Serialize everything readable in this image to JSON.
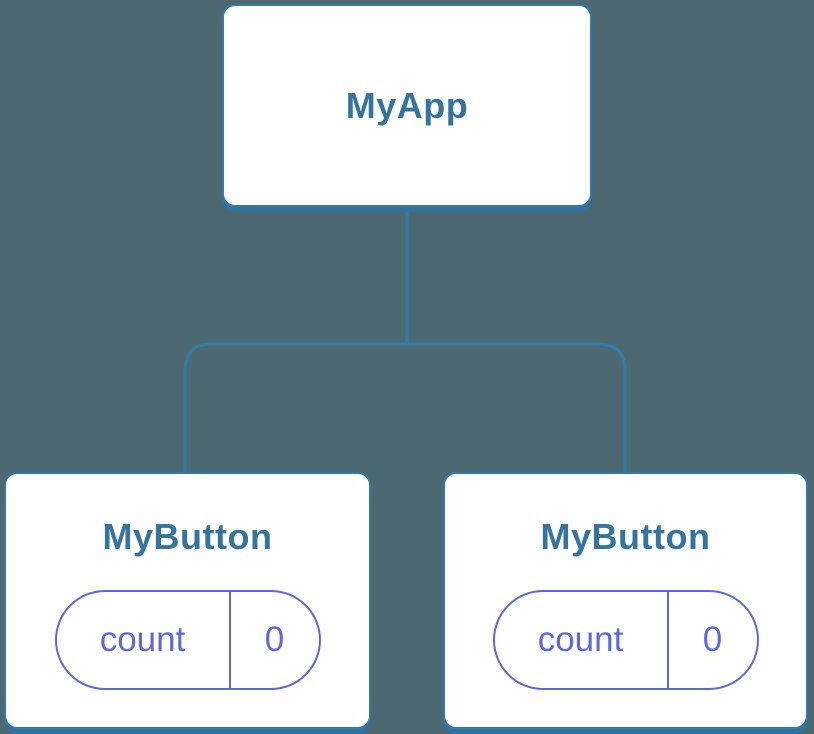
{
  "colors": {
    "background": "#4C6971",
    "node_border": "#3478A8",
    "node_fill": "#FFFFFF",
    "node_shadow": "#30719E",
    "node_label": "#35749E",
    "connector": "#2E7CAC",
    "state_accent": "#5E68D8"
  },
  "tree": {
    "root": {
      "label": "MyApp"
    },
    "children": [
      {
        "label": "MyButton",
        "state": {
          "name": "count",
          "value": "0"
        }
      },
      {
        "label": "MyButton",
        "state": {
          "name": "count",
          "value": "0"
        }
      }
    ]
  }
}
